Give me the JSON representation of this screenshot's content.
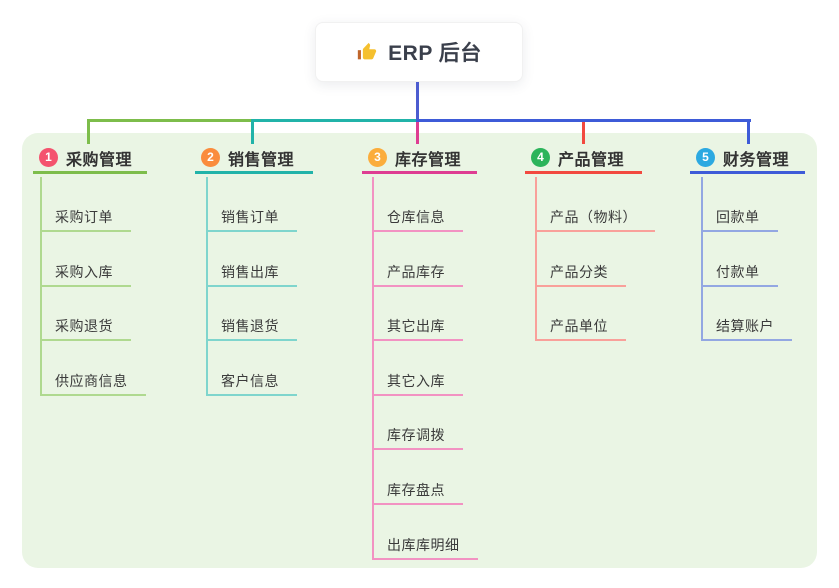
{
  "root": {
    "title": "ERP 后台",
    "icon": "thumbs-up-icon",
    "icon_color": "#F5C02E",
    "icon_cuff_color": "#C0652B"
  },
  "colors": {
    "panel_bg": "#EAF5E4",
    "root_stem": "#4C5CD0"
  },
  "branches": [
    {
      "num": "1",
      "label": "采购管理",
      "badge_color": "#F4536E",
      "line_color": "#7DBD4B",
      "light_color": "#AFD98F",
      "items": [
        "采购订单",
        "采购入库",
        "采购退货",
        "供应商信息"
      ]
    },
    {
      "num": "2",
      "label": "销售管理",
      "badge_color": "#FA8C3D",
      "line_color": "#21B3A9",
      "light_color": "#7FD5CD",
      "items": [
        "销售订单",
        "销售出库",
        "销售退货",
        "客户信息"
      ]
    },
    {
      "num": "3",
      "label": "库存管理",
      "badge_color": "#FBAD3C",
      "line_color": "#DE3D92",
      "light_color": "#F292C2",
      "items": [
        "仓库信息",
        "产品库存",
        "其它出库",
        "其它入库",
        "库存调拨",
        "库存盘点",
        "出库库明细"
      ]
    },
    {
      "num": "4",
      "label": "产品管理",
      "badge_color": "#2CB45B",
      "line_color": "#F2493F",
      "light_color": "#F9A09A",
      "items": [
        "产品（物料）",
        "产品分类",
        "产品单位"
      ]
    },
    {
      "num": "5",
      "label": "财务管理",
      "badge_color": "#2CA9E1",
      "line_color": "#3E5BD8",
      "light_color": "#93A7E2",
      "items": [
        "回款单",
        "付款单",
        "结算账户"
      ]
    }
  ]
}
